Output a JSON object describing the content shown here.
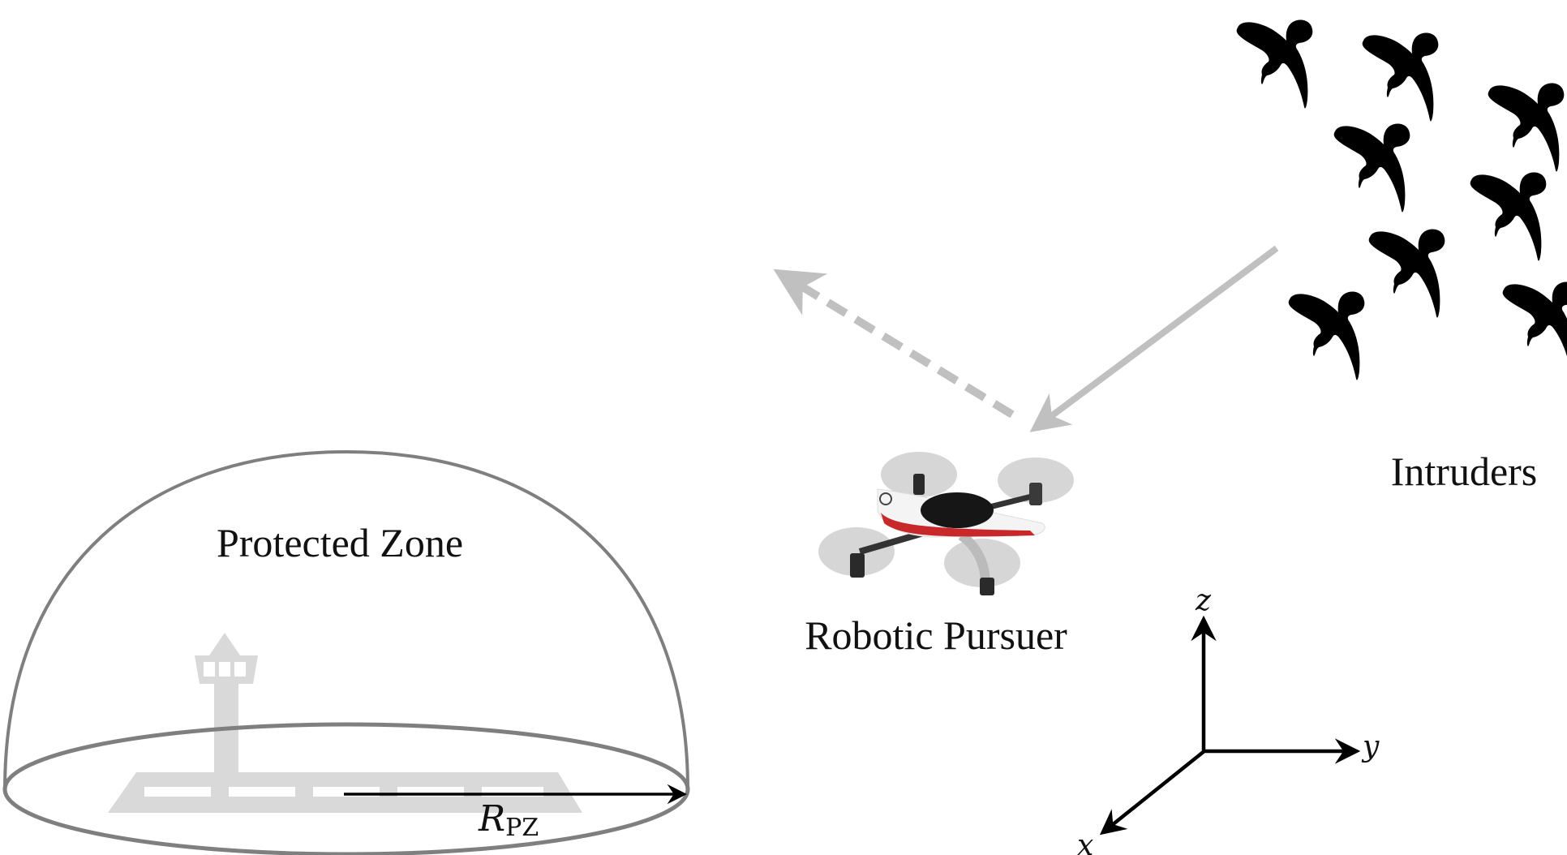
{
  "diagram": {
    "protected_zone": {
      "label": "Protected Zone",
      "radius_symbol": "R",
      "radius_subscript": "PZ",
      "dome_color": "#7f7f7f",
      "airport_color": "#d9d9d9"
    },
    "pursuer": {
      "label": "Robotic Pursuer"
    },
    "intruders": {
      "label": "Intruders",
      "count_visible": 8,
      "color": "#000000"
    },
    "arrows": {
      "intruder_approach": {
        "style": "solid",
        "color": "#c0c0c0"
      },
      "pursuer_escape": {
        "style": "dashed",
        "color": "#c0c0c0"
      }
    },
    "axes": {
      "x_label": "x",
      "y_label": "y",
      "z_label": "z"
    }
  }
}
